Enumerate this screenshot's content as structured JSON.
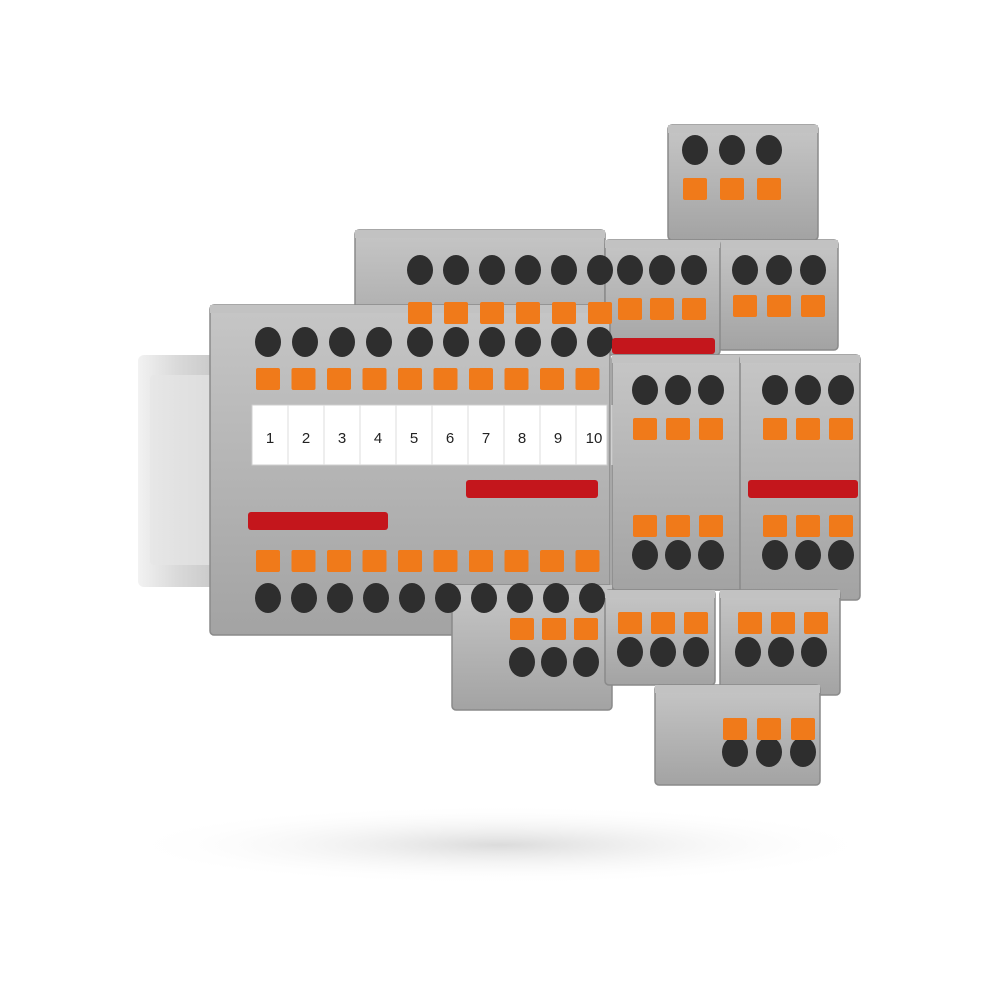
{
  "product": {
    "marker_labels": [
      "1",
      "2",
      "3",
      "4",
      "5",
      "6",
      "7",
      "8",
      "9",
      "10"
    ]
  },
  "colors": {
    "housing": "#a9a9a9",
    "housing_light": "#c2c2c2",
    "housing_dark": "#8a8a8a",
    "actuator": "#f07a1a",
    "opening": "#2e2e2e",
    "bridge": "#c4161c",
    "marker": "#ffffff",
    "rail": "#dcdcdc"
  }
}
